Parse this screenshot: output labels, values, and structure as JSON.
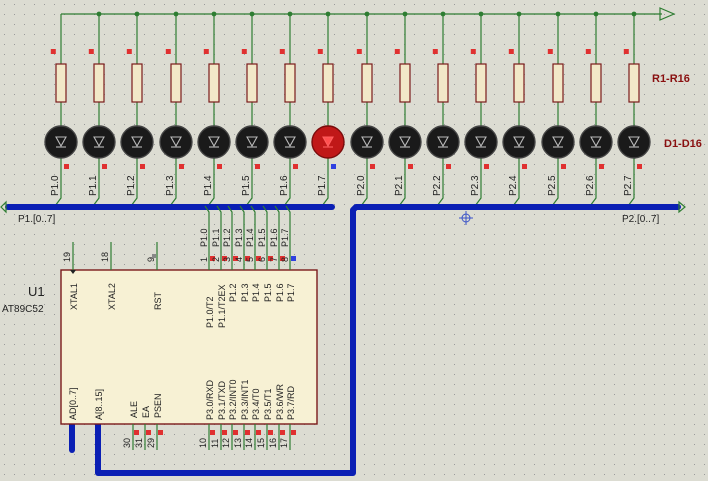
{
  "colors": {
    "background": "#dcdcd2",
    "grid_dot": "#9a9a9a",
    "wire": "#2e7d32",
    "bus": "#0a1fb4",
    "component_outline": "#7a1a1a",
    "component_fill": "#f2e8c8",
    "chip_fill": "#f7f1d4",
    "led_off": "#1a1a1a",
    "led_on": "#c01818",
    "pin_marker_red": "#e03030",
    "pin_marker_blue": "#3040e0",
    "ref_label": "#8a1010",
    "text": "#222222"
  },
  "resistor_array": {
    "label": "R1-R16"
  },
  "led_array": {
    "label": "D1-D16"
  },
  "pin_labels": [
    "P1.0",
    "P1.1",
    "P1.2",
    "P1.3",
    "P1.4",
    "P1.5",
    "P1.6",
    "P1.7",
    "P2.0",
    "P2.1",
    "P2.2",
    "P2.3",
    "P2.4",
    "P2.5",
    "P2.6",
    "P2.7"
  ],
  "active_led_index": 7,
  "bus_labels": {
    "p1": "P1.[0..7]",
    "p2": "P2.[0..7]"
  },
  "chip": {
    "ref": "U1",
    "part": "AT89C52",
    "top_pins": [
      {
        "num": "19",
        "name": "XTAL1"
      },
      {
        "num": "18",
        "name": "XTAL2"
      },
      {
        "num": "9",
        "name": "RST"
      }
    ],
    "port1_pins": [
      {
        "num": "1",
        "name": "P1.0/T2",
        "wire": "P1.0"
      },
      {
        "num": "2",
        "name": "P1.1/T2EX",
        "wire": "P1.1"
      },
      {
        "num": "3",
        "name": "P1.2",
        "wire": "P1.2"
      },
      {
        "num": "4",
        "name": "P1.3",
        "wire": "P1.3"
      },
      {
        "num": "5",
        "name": "P1.4",
        "wire": "P1.4"
      },
      {
        "num": "6",
        "name": "P1.5",
        "wire": "P1.5"
      },
      {
        "num": "7",
        "name": "P1.6",
        "wire": "P1.6"
      },
      {
        "num": "8",
        "name": "P1.7",
        "wire": "P1.7"
      }
    ],
    "bottom_left_pins": [
      {
        "name": "AD[0..7]"
      },
      {
        "name": "A[8..15]"
      }
    ],
    "control_pins": [
      {
        "num": "30",
        "name": "ALE"
      },
      {
        "num": "31",
        "name": "EA"
      },
      {
        "num": "29",
        "name": "PSEN"
      }
    ],
    "port3_pins": [
      {
        "num": "10",
        "name": "P3.0/RXD"
      },
      {
        "num": "11",
        "name": "P3.1/TXD"
      },
      {
        "num": "12",
        "name": "P3.2/INT0"
      },
      {
        "num": "13",
        "name": "P3.3/INT1"
      },
      {
        "num": "14",
        "name": "P3.4/T0"
      },
      {
        "num": "15",
        "name": "P3.5/T1"
      },
      {
        "num": "16",
        "name": "P3.6/WR"
      },
      {
        "num": "17",
        "name": "P3.7/RD"
      }
    ]
  }
}
